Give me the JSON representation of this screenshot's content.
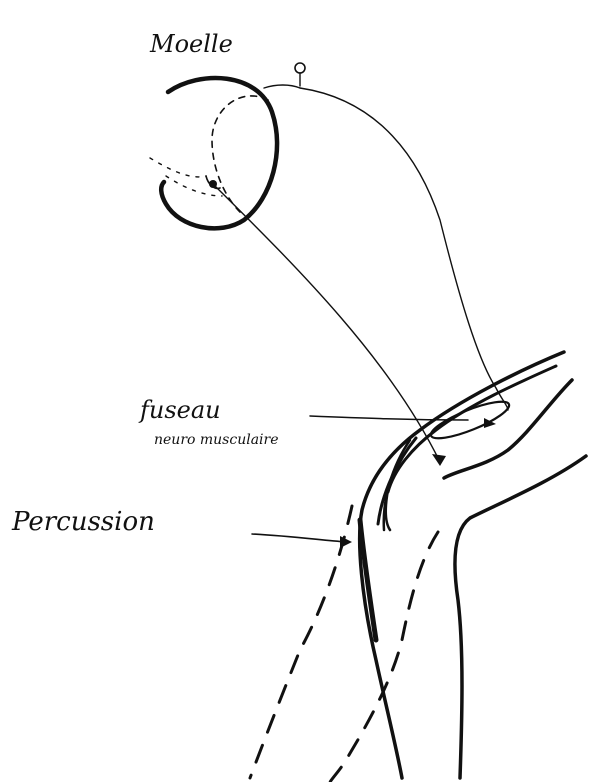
{
  "labels": {
    "moelle": "Moelle",
    "fuseau_line1": "fuseau",
    "fuseau_line2": "neuro musculaire",
    "percussion": "Percussion"
  },
  "colors": {
    "ink": "#111111",
    "paper": "#ffffff"
  }
}
